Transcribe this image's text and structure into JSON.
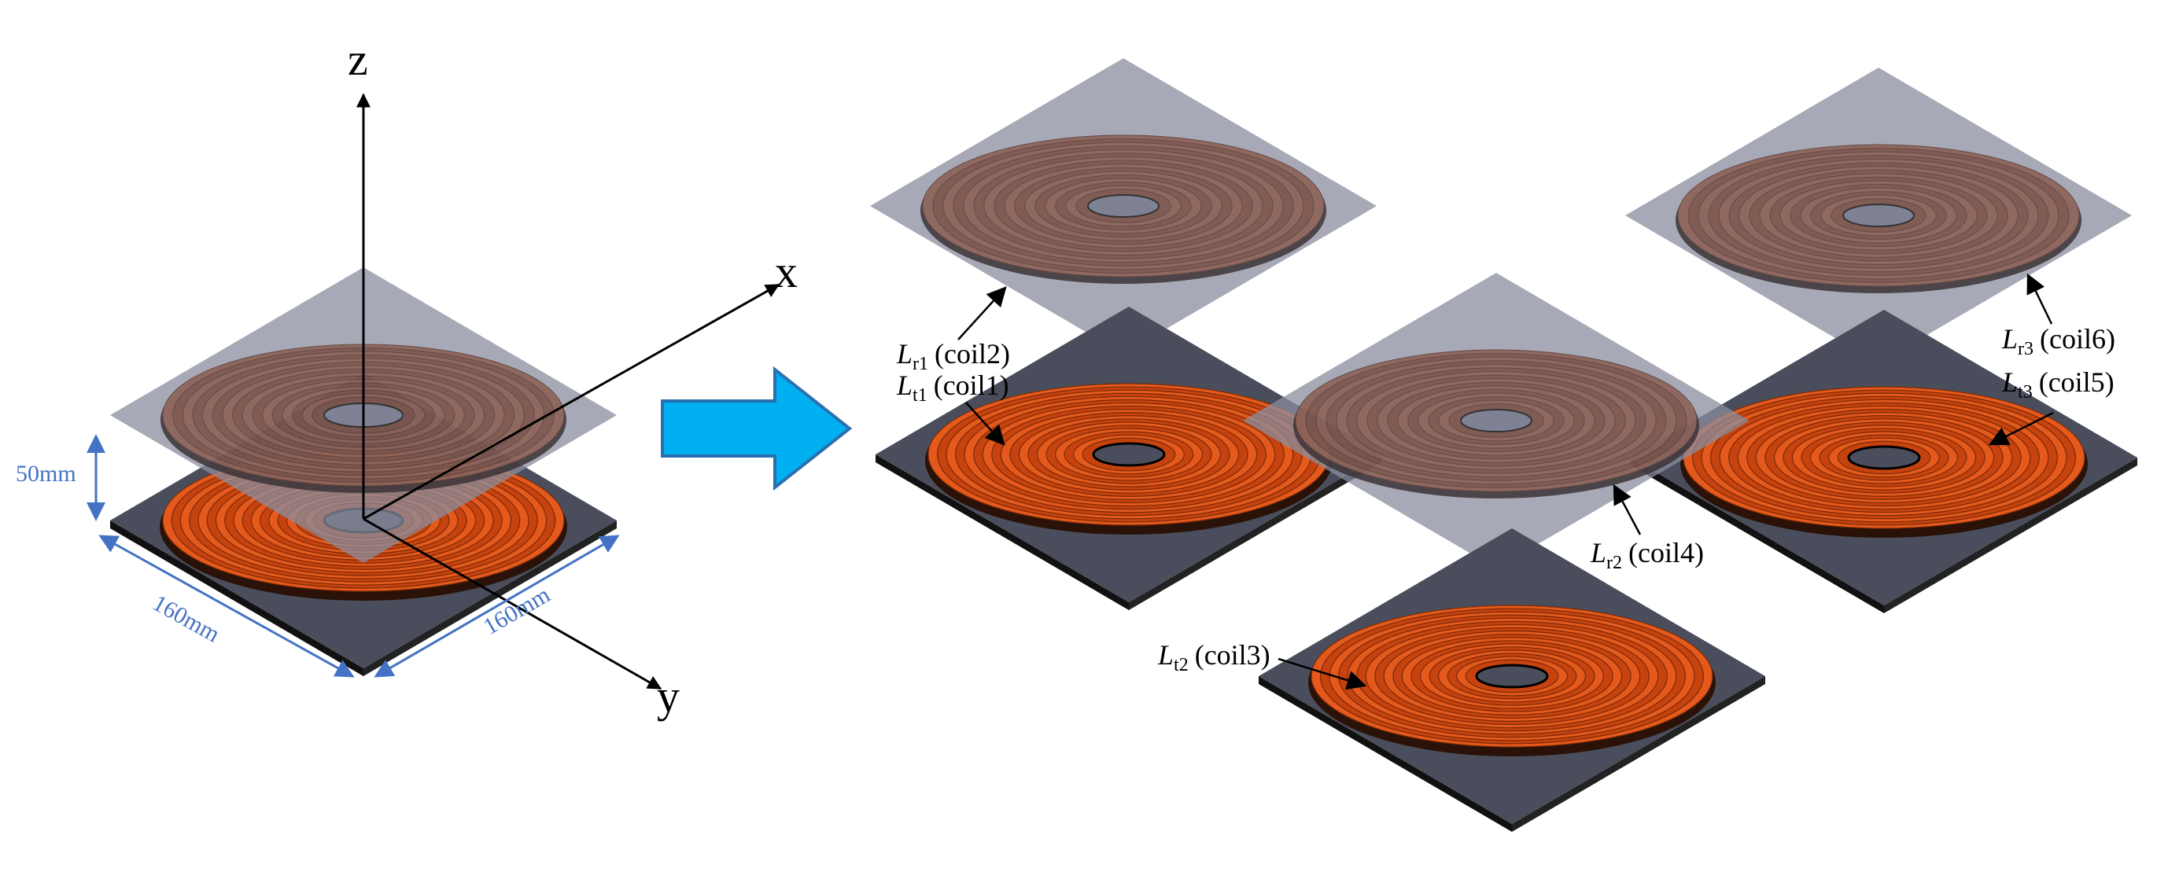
{
  "axes": {
    "x": "x",
    "y": "y",
    "z": "z"
  },
  "dimensions": {
    "height": "50mm",
    "width_x": "160mm",
    "width_y": "160mm"
  },
  "coil_labels": [
    {
      "sym": "L",
      "sub": "r1",
      "text": "(coil2)"
    },
    {
      "sym": "L",
      "sub": "t1",
      "text": "(coil1)"
    },
    {
      "sym": "L",
      "sub": "t2",
      "text": "(coil3)"
    },
    {
      "sym": "L",
      "sub": "r2",
      "text": "(coil4)"
    },
    {
      "sym": "L",
      "sub": "r3",
      "text": "(coil6)"
    },
    {
      "sym": "L",
      "sub": "t3",
      "text": "(coil5)"
    }
  ],
  "colors": {
    "tx_coil": "#e55a1c",
    "rx_coil": "#8b5e52",
    "plate_dark": "#4a4e5c",
    "plate_glass": "#8a8e9e",
    "dimension": "#4472c4",
    "arrow": "#00b0f0"
  }
}
